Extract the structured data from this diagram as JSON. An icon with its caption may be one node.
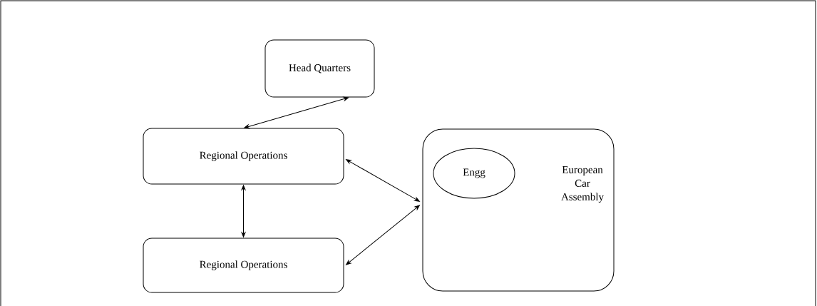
{
  "diagram": {
    "nodes": [
      {
        "text": [
          "Head Quarters"
        ]
      },
      {
        "text": [
          "Regional Operations"
        ]
      },
      {
        "text": [
          "Regional Operations"
        ]
      },
      {
        "text": [
          "European Car Assembly"
        ]
      },
      {
        "text": [
          "Engg"
        ],
        "in": 3
      }
    ],
    "edges": [
      {
        "from": 0,
        "to": 1,
        "arrow": "both"
      },
      {
        "from": 1,
        "to": 2,
        "arrow": "both"
      },
      {
        "from": 1,
        "to": 3,
        "arrow": "both"
      },
      {
        "from": 2,
        "to": 3,
        "arrow": "both"
      }
    ]
  }
}
